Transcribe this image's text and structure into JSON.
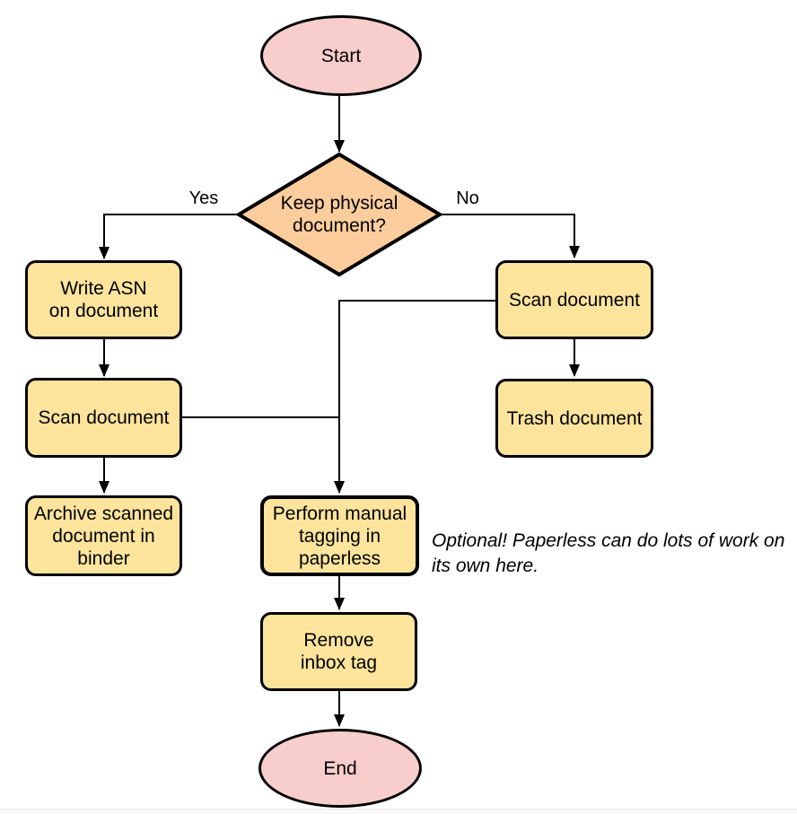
{
  "colors": {
    "terminator_fill": "#f8cecc",
    "decision_fill": "#fbcd9d",
    "process_fill": "#fce49d",
    "stroke": "#000000"
  },
  "nodes": {
    "start": "Start",
    "decision": "Keep physical\ndocument?",
    "write_asn": "Write ASN\non document",
    "scan_left": "Scan document",
    "archive": "Archive scanned\ndocument in\nbinder",
    "scan_right": "Scan document",
    "trash": "Trash document",
    "tagging": "Perform manual\ntagging in\npaperless",
    "remove_inbox": "Remove\ninbox tag",
    "end": "End"
  },
  "edge_labels": {
    "yes": "Yes",
    "no": "No"
  },
  "note": "Optional! Paperless can do lots of work on\nits own here."
}
